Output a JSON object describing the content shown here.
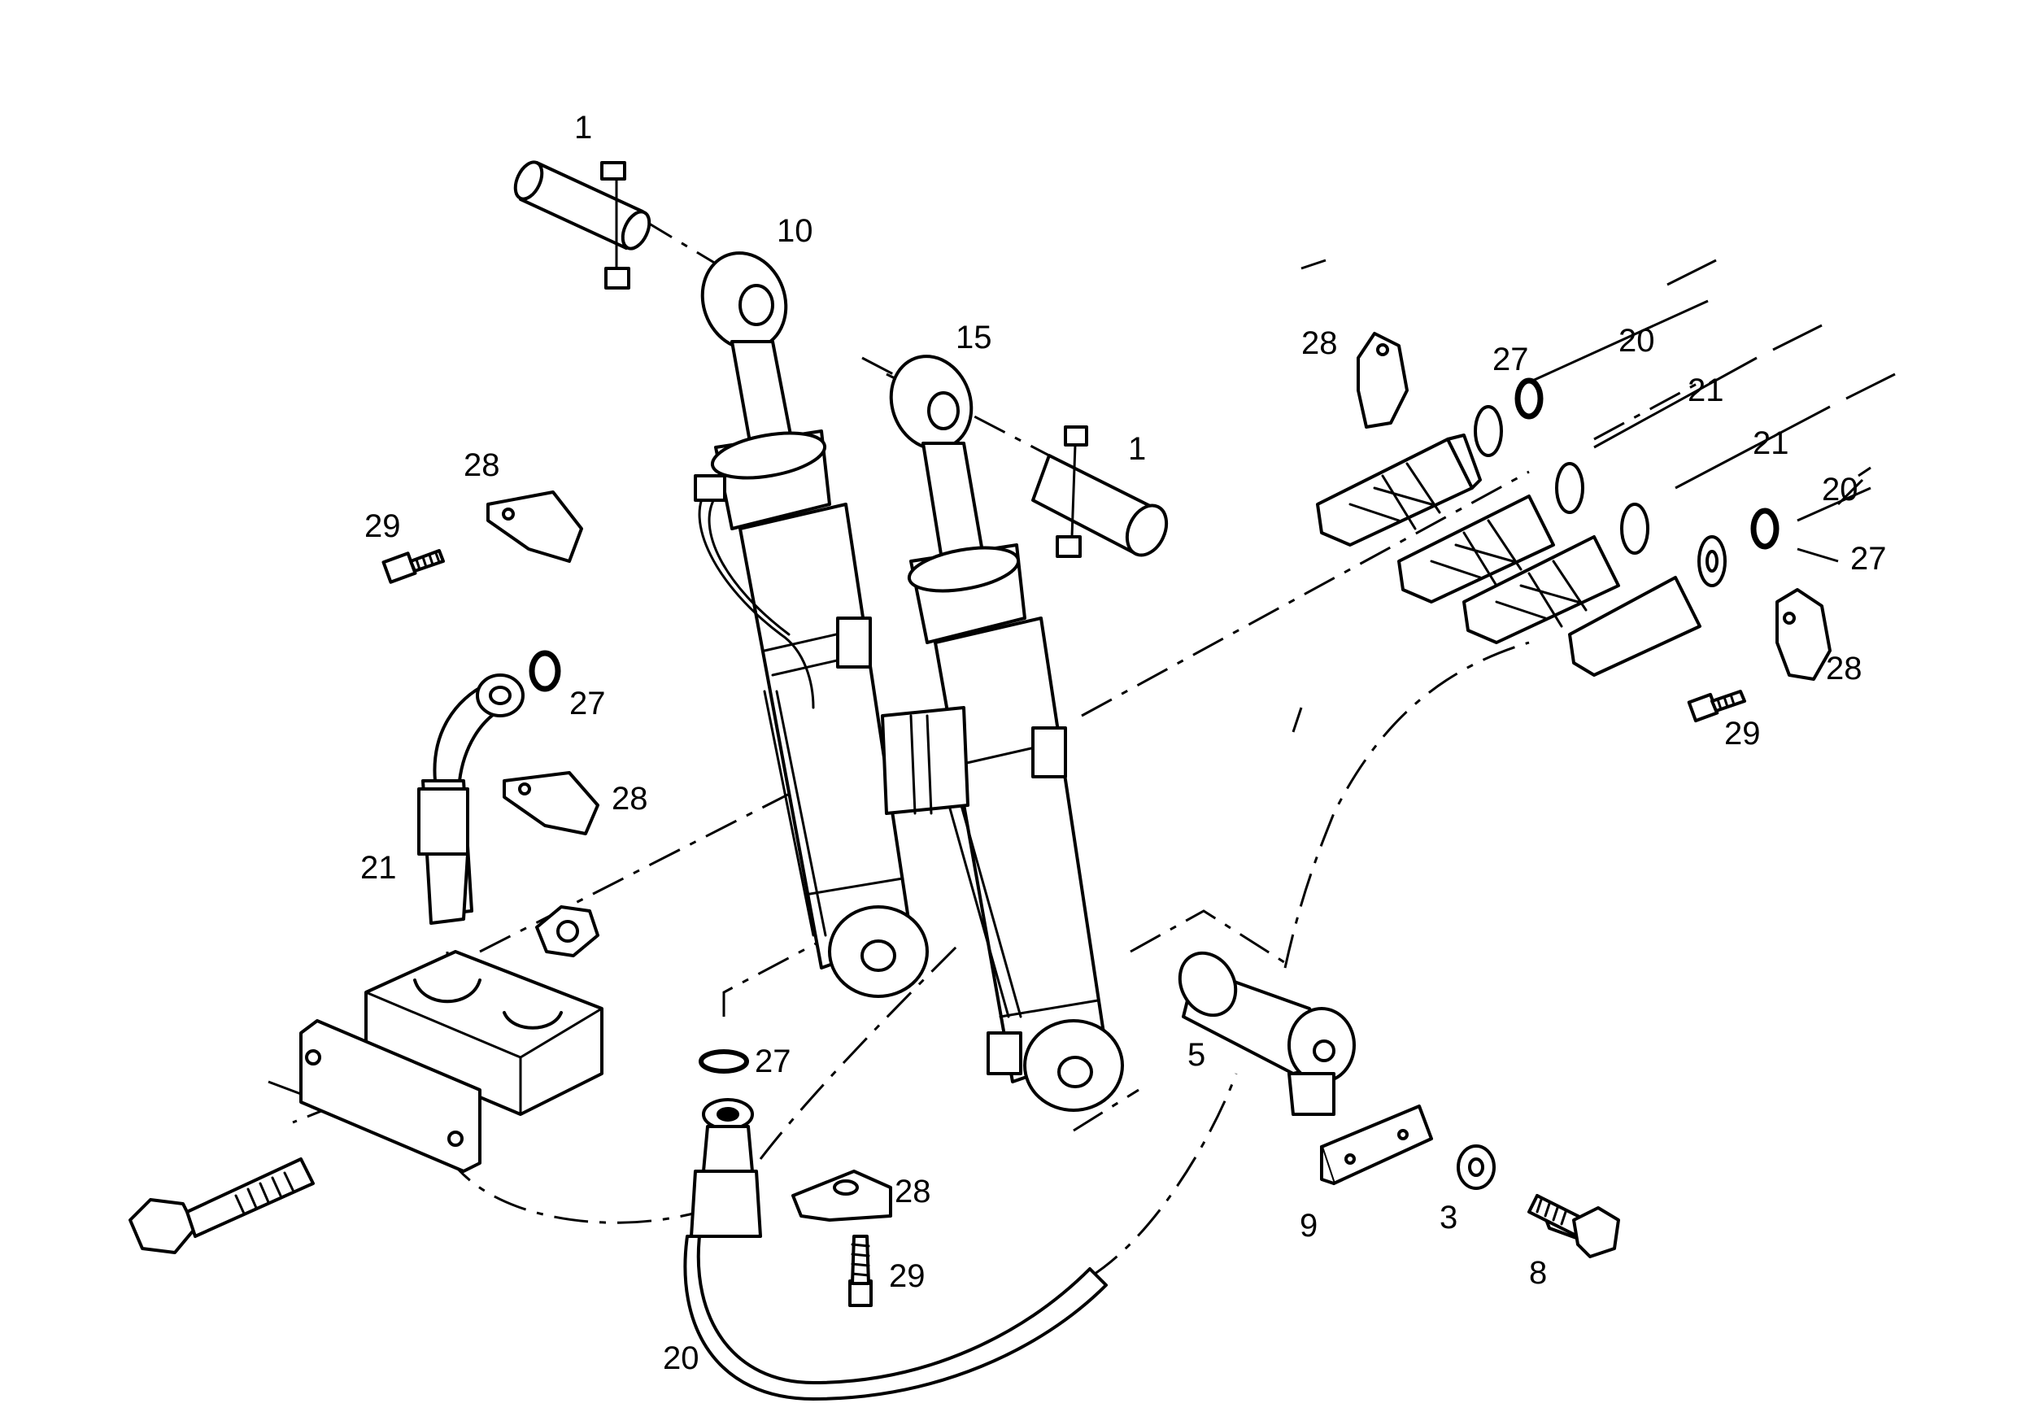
{
  "callouts": {
    "c1_top": "1",
    "c10": "10",
    "c15": "15",
    "c1_right": "1",
    "c28_upper_left": "28",
    "c29_upper_left": "29",
    "c27_left": "27",
    "c28_mid_left": "28",
    "c21_left": "21",
    "c27_bottom": "27",
    "c28_bottom": "28",
    "c29_bottom": "29",
    "c20_bottom": "20",
    "c5": "5",
    "c9": "9",
    "c3": "3",
    "c8": "8",
    "c28_upper_right": "28",
    "c27_upper_right": "27",
    "c20_upper_right": "20",
    "c21_right_a": "21",
    "c21_right_b": "21",
    "c20_right": "20",
    "c27_right": "27",
    "c28_right": "28",
    "c29_right": "29"
  },
  "colors": {
    "line": "#000000",
    "background": "#ffffff"
  }
}
